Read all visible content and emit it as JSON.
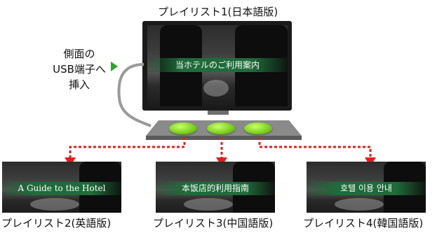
{
  "top_label": "プレイリスト1(日本語版)",
  "side_label": {
    "line1": "側面の",
    "line2": "USB端子へ",
    "line3": "挿入"
  },
  "tv_banner": "当ホテルのご利用案内",
  "playlists": [
    {
      "label": "プレイリスト2(英語版)",
      "banner": "A Guide to the Hotel"
    },
    {
      "label": "プレイリスト3(中国語版)",
      "banner": "本饭店的利用指南"
    },
    {
      "label": "プレイリスト4(韓国語版)",
      "banner": "호텔 이용 안내"
    }
  ],
  "colors": {
    "dotted_arrow": "#e0201a",
    "usb_buttons": "#7fd320",
    "banner": "#1f6b3a",
    "insert_arrow": "#2aa52a"
  }
}
